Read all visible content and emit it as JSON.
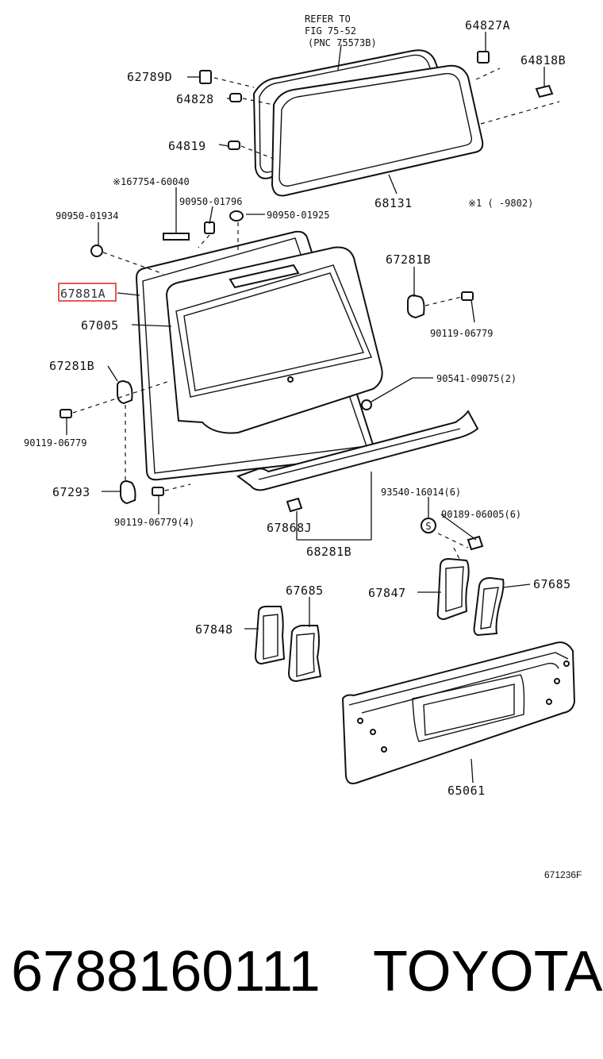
{
  "diagram": {
    "refer_note": [
      "REFER TO",
      "FIG 75-52",
      "(PNC 75573B)"
    ],
    "drawing_code": "671236F",
    "highlight_color": "#e0302f",
    "labels": {
      "p64827A": "64827A",
      "p64818B": "64818B",
      "p62789D": "62789D",
      "p64828": "64828",
      "p64819": "64819",
      "p68131": "68131",
      "p167754": "※167754-60040",
      "p90950_01796": "90950-01796",
      "p90950_01925": "90950-01925",
      "p90950_01934": "90950-01934",
      "note1": "※1 ( -9802)",
      "p67881A": "67881A",
      "p67005": "67005",
      "p67281B_r": "67281B",
      "p90119_06779_r": "90119-06779",
      "p67281B_l": "67281B",
      "p90541": "90541-09075(2)",
      "p90119_06779_l": "90119-06779",
      "p67293": "67293",
      "p93540": "93540-16014(6)",
      "p90119_06779_4": "90119-06779(4)",
      "p90189": "90189-06005(6)",
      "p67868J": "67868J",
      "p68281B": "68281B",
      "p67685_l": "67685",
      "p67847": "67847",
      "p67685_r": "67685",
      "p67848": "67848",
      "p65061": "65061",
      "s_mark": "S"
    }
  },
  "footer": {
    "part_number": "6788160111",
    "brand": "TOYOTA"
  }
}
